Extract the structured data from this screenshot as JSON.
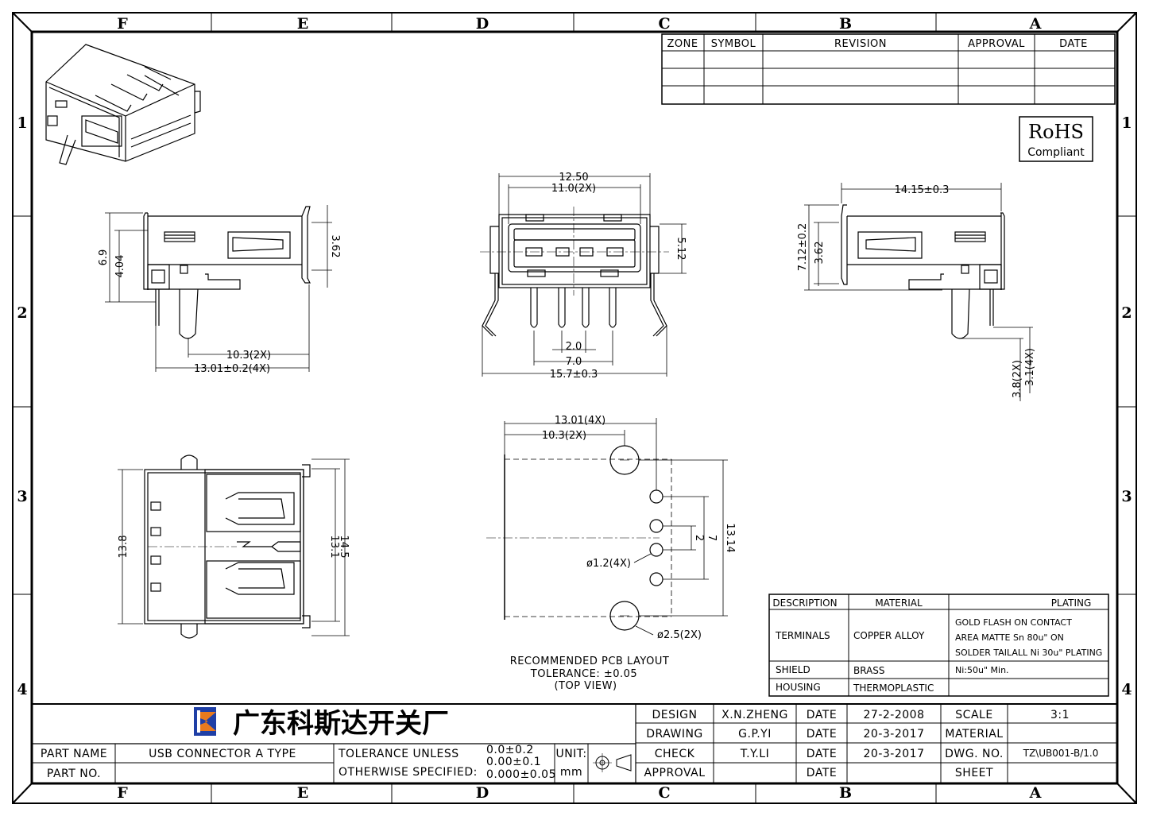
{
  "frame": {
    "columns": [
      "F",
      "E",
      "D",
      "C",
      "B",
      "A"
    ],
    "rows": [
      "1",
      "2",
      "3",
      "4"
    ]
  },
  "revision_table": {
    "headers": [
      "ZONE",
      "SYMBOL",
      "REVISION",
      "APPROVAL",
      "DATE"
    ]
  },
  "rohs": {
    "title": "RoHS",
    "subtitle": "Compliant"
  },
  "dimensions": {
    "side_left": {
      "h1": "6.9",
      "h2": "4.04",
      "h3": "3.62",
      "w1": "10.3(2X)",
      "w2": "13.01±0.2(4X)"
    },
    "front": {
      "w1": "12.50",
      "w2": "11.0(2X)",
      "h1": "5.12",
      "p1": "2.0",
      "p2": "7.0",
      "w3": "15.7±0.3"
    },
    "side_right": {
      "w1": "14.15±0.3",
      "h1": "7.12±0.2",
      "h2": "3.62",
      "v1": "3.8(2X)",
      "v2": "3.1(4X)"
    },
    "bottom": {
      "h1": "13.8",
      "h2": "13.1",
      "h3": "14.5"
    },
    "pcb": {
      "w1": "13.01(4X)",
      "w2": "10.3(2X)",
      "p1": "2",
      "p2": "7",
      "h1": "13.14",
      "d1": "ø1.2(4X)",
      "d2": "ø2.5(2X)"
    }
  },
  "pcb_note": {
    "line1": "RECOMMENDED PCB LAYOUT",
    "line2": "TOLERANCE: ±0.05",
    "line3": "(TOP VIEW)"
  },
  "material_table": {
    "headers": [
      "DESCRIPTION",
      "MATERIAL",
      "PLATING"
    ],
    "rows": [
      {
        "desc": "TERMINALS",
        "material": "COPPER ALLOY",
        "plating": [
          "GOLD FLASH ON CONTACT",
          "AREA MATTE Sn 80u\" ON",
          "SOLDER TAILALL Ni 30u\" PLATING"
        ]
      },
      {
        "desc": "SHIELD",
        "material": "BRASS",
        "plating": [
          "Ni:50u\" Min."
        ]
      },
      {
        "desc": "HOUSING",
        "material": "THERMOPLASTIC",
        "plating": [
          ""
        ]
      }
    ]
  },
  "title_block": {
    "company": "广东科斯达开关厂",
    "part_name_label": "PART NAME",
    "part_name": "USB CONNECTOR A TYPE",
    "part_no_label": "PART NO.",
    "tolerance_line1": "TOLERANCE UNLESS",
    "tolerance_line2": "OTHERWISE SPECIFIED:",
    "tol1": "0.0±0.2",
    "tol2": "0.00±0.1",
    "tol3": "0.000±0.05",
    "unit_label": "UNIT:",
    "unit": "mm",
    "design_label": "DESIGN",
    "design_name": "X.N.ZHENG",
    "design_date_label": "DATE",
    "design_date": "27-2-2008",
    "drawing_label": "DRAWING",
    "drawing_name": "G.P.YI",
    "drawing_date_label": "DATE",
    "drawing_date": "20-3-2017",
    "check_label": "CHECK",
    "check_name": "T.Y.LI",
    "check_date_label": "DATE",
    "check_date": "20-3-2017",
    "approval_label": "APPROVAL",
    "approval_date_label": "DATE",
    "scale_label": "SCALE",
    "scale": "3:1",
    "material_label": "MATERIAL",
    "dwg_label": "DWG. NO.",
    "dwg_no": "TZ\\UB001-B/1.0",
    "sheet_label": "SHEET"
  }
}
